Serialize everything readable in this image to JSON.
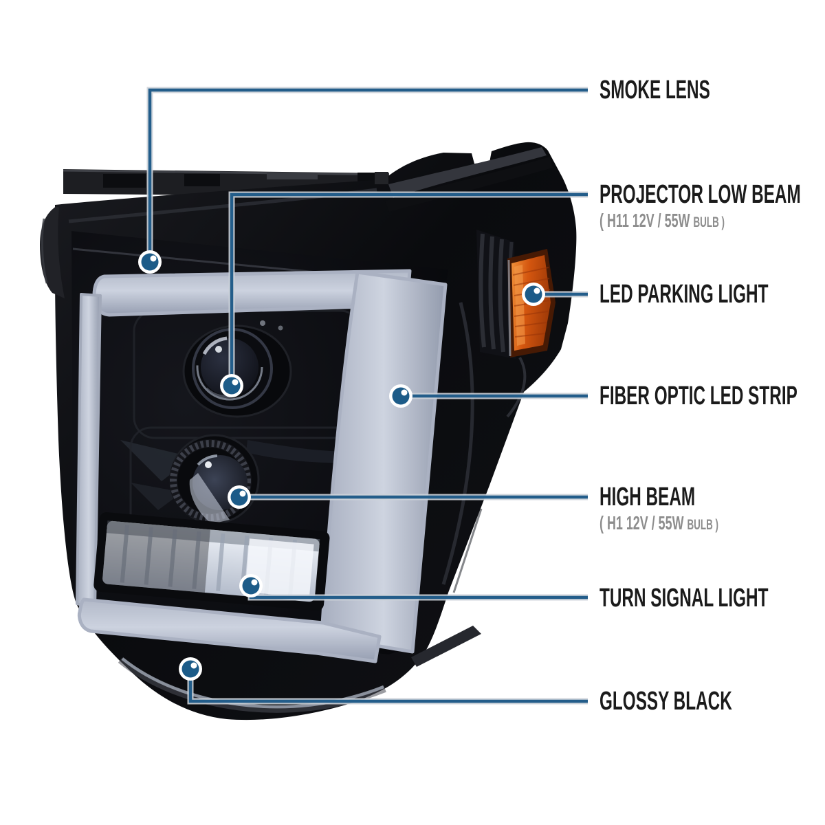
{
  "page": {
    "background": "#ffffff"
  },
  "style": {
    "leader_line_color": "#235d8a",
    "leader_line_casing": "#ccd1d8",
    "dot_fill": "#1c5b88",
    "dot_ring": "#ffffff",
    "label_color": "#1b1b1b",
    "sub_label_color": "#8d8d8d",
    "housing_color": "#0c0d10",
    "led_strip_color": "#b6bdcc",
    "amber_reflector_color": "#cc5510",
    "turn_signal_lens_color": "#dde3ee"
  },
  "callouts": [
    {
      "id": "smoke-lens",
      "label": "SMOKE LENS"
    },
    {
      "id": "projector-low-beam",
      "label": "PROJECTOR LOW BEAM",
      "sub_main": "( H11  12V / 55W",
      "sub_small": "BULB )"
    },
    {
      "id": "led-parking-light",
      "label": "LED PARKING LIGHT"
    },
    {
      "id": "fiber-optic-led-strip",
      "label": "FIBER OPTIC LED STRIP"
    },
    {
      "id": "high-beam",
      "label": "HIGH BEAM",
      "sub_main": "( H1  12V / 55W",
      "sub_small": "BULB )"
    },
    {
      "id": "turn-signal-light",
      "label": "TURN SIGNAL LIGHT"
    },
    {
      "id": "glossy-black",
      "label": "GLOSSY BLACK"
    }
  ]
}
